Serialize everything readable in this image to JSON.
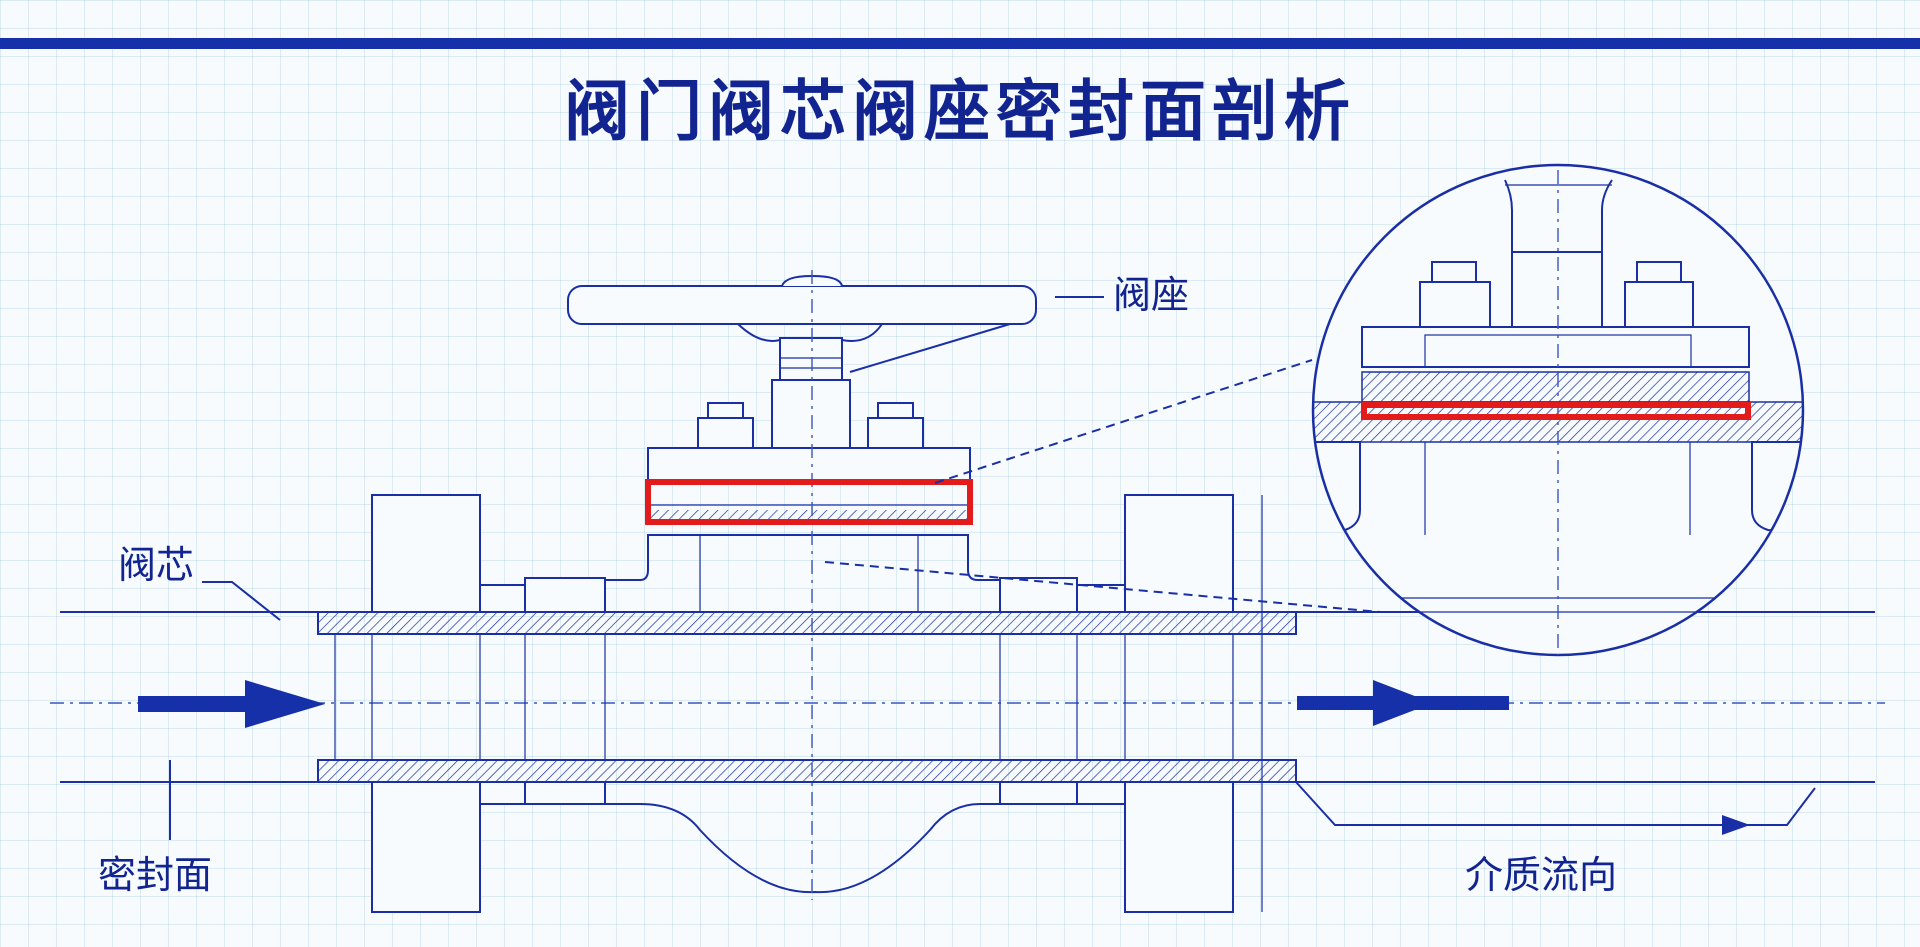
{
  "title": "阀门阀芯阀座密封面剖析",
  "labels": {
    "seat": "阀座",
    "core": "阀芯",
    "seal_face": "密封面",
    "flow_direction": "介质流向"
  },
  "colors": {
    "line": "#1a2fa5",
    "title": "#12248f",
    "highlight": "#e31b1b",
    "arrow": "#1530a8",
    "background": "#f7fbfd"
  }
}
